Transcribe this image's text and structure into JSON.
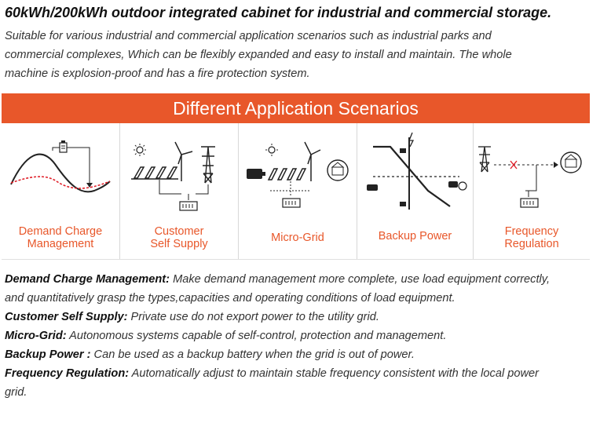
{
  "header": {
    "title": "60kWh/200kWh outdoor integrated cabinet for industrial and commercial storage.",
    "intro_lines": [
      "Suitable for various industrial and commercial application scenarios such as industrial parks and",
      "commercial complexes, Which can be flexibly expanded and easy to install and maintain. The whole",
      "machine is explosion-proof and has a fire protection system."
    ]
  },
  "banner": {
    "text": "Different Application Scenarios"
  },
  "scenarios": [
    {
      "label_lines": [
        "Demand Charge",
        "Management"
      ]
    },
    {
      "label_lines": [
        "Customer",
        "Self Supply"
      ]
    },
    {
      "label_lines": [
        "Micro-Grid"
      ]
    },
    {
      "label_lines": [
        "Backup Power"
      ]
    },
    {
      "label_lines": [
        "Frequency",
        "Regulation"
      ]
    }
  ],
  "descriptions": [
    {
      "term": "Demand Charge Management:",
      "text": " Make demand management more complete, use load equipment correctly,",
      "cont": "and quantitatively grasp the types,capacities and operating conditions of load equipment."
    },
    {
      "term": "Customer Self Supply:",
      "text": " Private use do not export power to the utility grid."
    },
    {
      "term": "Micro-Grid:",
      "text": " Autonomous systems capable of self-control, protection and management."
    },
    {
      "term": "Backup Power :",
      "text": " Can be used as a backup battery when the grid is out of power."
    },
    {
      "term": "Frequency Regulation:",
      "text": " Automatically adjust to maintain stable frequency consistent with the local power",
      "cont": "grid."
    }
  ],
  "colors": {
    "accent": "#e8572a",
    "dashed_red": "#e0202a",
    "icon": "#222222"
  }
}
